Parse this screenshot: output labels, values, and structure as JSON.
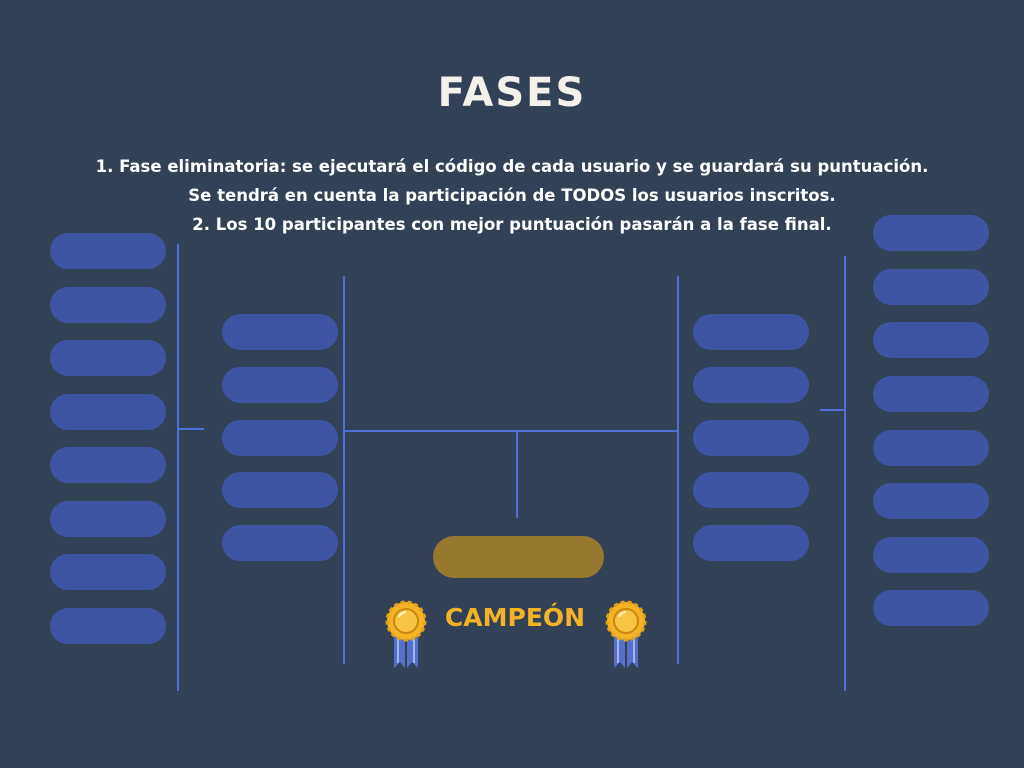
{
  "title": "FASES",
  "rules": [
    "1. Fase eliminatoria: se ejecutará el código de cada usuario y se guardará su puntuación.",
    "Se tendrá en cuenta la participación de TODOS los usuarios inscritos.",
    "2.  Los 10 participantes con mejor puntuación pasarán a la fase final."
  ],
  "champion_label": "CAMPEÓN",
  "bracket": {
    "left_outer_slots": 8,
    "left_inner_slots": 5,
    "right_inner_slots": 5,
    "right_outer_slots": 8,
    "final_slots": 1
  },
  "icons": {
    "left_medal": "medal-ribbon-icon",
    "right_medal": "medal-ribbon-icon"
  },
  "colors": {
    "background": "#334157",
    "slot": "#3f55a3",
    "line": "#4f6ed8",
    "final_slot": "#97782f",
    "champion_text": "#f4b325",
    "title_text": "#f3f1ea"
  }
}
